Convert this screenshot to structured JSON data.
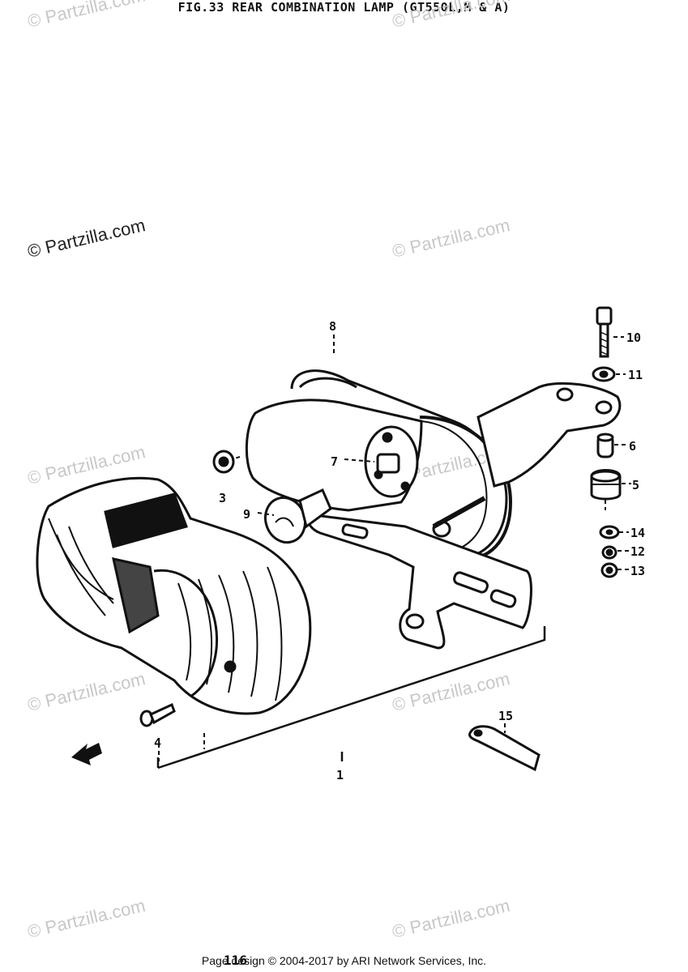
{
  "title": "FIG.33 REAR COMBINATION LAMP (GT550L,M & A)",
  "watermark": "© Partzilla.com",
  "callouts": [
    "1",
    "3",
    "4",
    "5",
    "6",
    "7",
    "8",
    "9",
    "10",
    "11",
    "12",
    "13",
    "14",
    "15"
  ],
  "page_number": "116",
  "footer": "Page design © 2004-2017 by ARI Network Services, Inc."
}
